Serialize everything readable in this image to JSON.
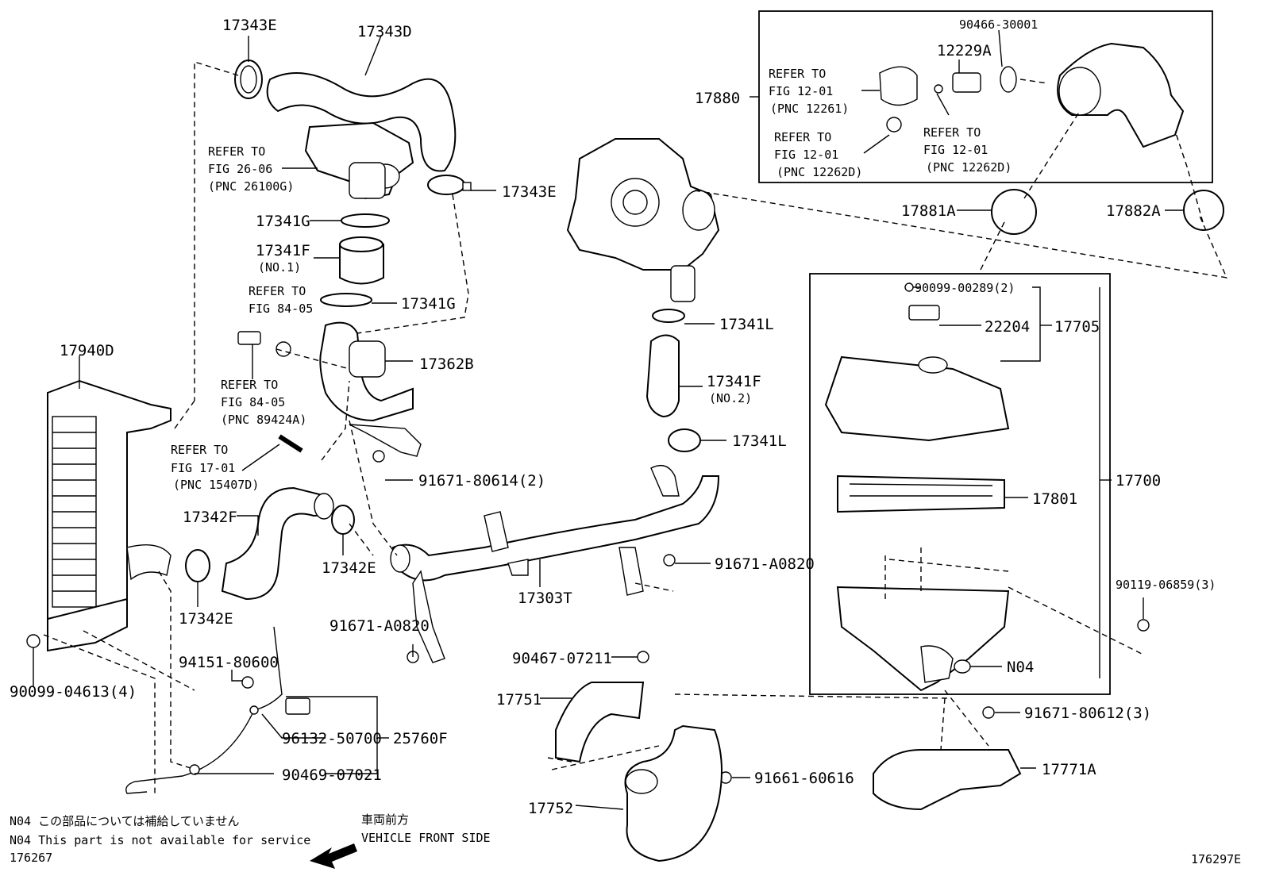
{
  "diagram_id": "176297E",
  "parts": {
    "p17343E_top": "17343E",
    "p17343D": "17343D",
    "p17343E_mid": "17343E",
    "p17341G_top": "17341G",
    "p17341F_no1": "17341F",
    "p17341F_no1_sub": "(NO.1)",
    "p17341G_mid": "17341G",
    "p17362B": "17362B",
    "p17940D": "17940D",
    "p91671_80614": "91671-80614(2)",
    "p17342F": "17342F",
    "p17342E_right": "17342E",
    "p17342E_bottom": "17342E",
    "p90099_04613": "90099-04613(4)",
    "p94151_80600": "94151-80600",
    "p96132_50700": "96132-50700",
    "p90469_07021": "90469-07021",
    "p25760F": "25760F",
    "p91671_A0820_left": "91671-A0820",
    "p17303T": "17303T",
    "p91671_A0820_right": "91671-A0820",
    "p17341L_top": "17341L",
    "p17341F_no2": "17341F",
    "p17341F_no2_sub": "(NO.2)",
    "p17341L_bottom": "17341L",
    "p90467_07211": "90467-07211",
    "p17751": "17751",
    "p17752": "17752",
    "p91661_60616": "91661-60616",
    "p17880": "17880",
    "p90466_30001": "90466-30001",
    "p12229A": "12229A",
    "p17881A": "17881A",
    "p17882A": "17882A",
    "p90099_00289": "90099-00289(2)",
    "p22204": "22204",
    "p17705": "17705",
    "p17700": "17700",
    "p17801": "17801",
    "p90119_06859": "90119-06859(3)",
    "pN04": "N04",
    "p91671_80612": "91671-80612(3)",
    "p17771A": "17771A"
  },
  "refers": {
    "r1": {
      "l1": "REFER TO",
      "l2": "FIG 26-06",
      "l3": "(PNC 26100G)"
    },
    "r2": {
      "l1": "REFER TO",
      "l2": "FIG 84-05"
    },
    "r3": {
      "l1": "REFER TO",
      "l2": "FIG 84-05",
      "l3": "(PNC 89424A)"
    },
    "r4": {
      "l1": "REFER TO",
      "l2": "FIG 17-01",
      "l3": "(PNC 15407D)"
    },
    "r5": {
      "l1": "REFER TO",
      "l2": "FIG 12-01",
      "l3": "(PNC 12261)"
    },
    "r6": {
      "l1": "REFER TO",
      "l2": "FIG 12-01",
      "l3": "(PNC 12262D)"
    },
    "r7": {
      "l1": "REFER TO",
      "l2": "FIG 12-01",
      "l3": "(PNC 12262D)"
    }
  },
  "notes": {
    "jp": "N04 この部品については補給していません",
    "en": "N04 This part is not available for service",
    "id": "176267"
  },
  "front": {
    "jp": "車両前方",
    "en": "VEHICLE FRONT SIDE"
  }
}
